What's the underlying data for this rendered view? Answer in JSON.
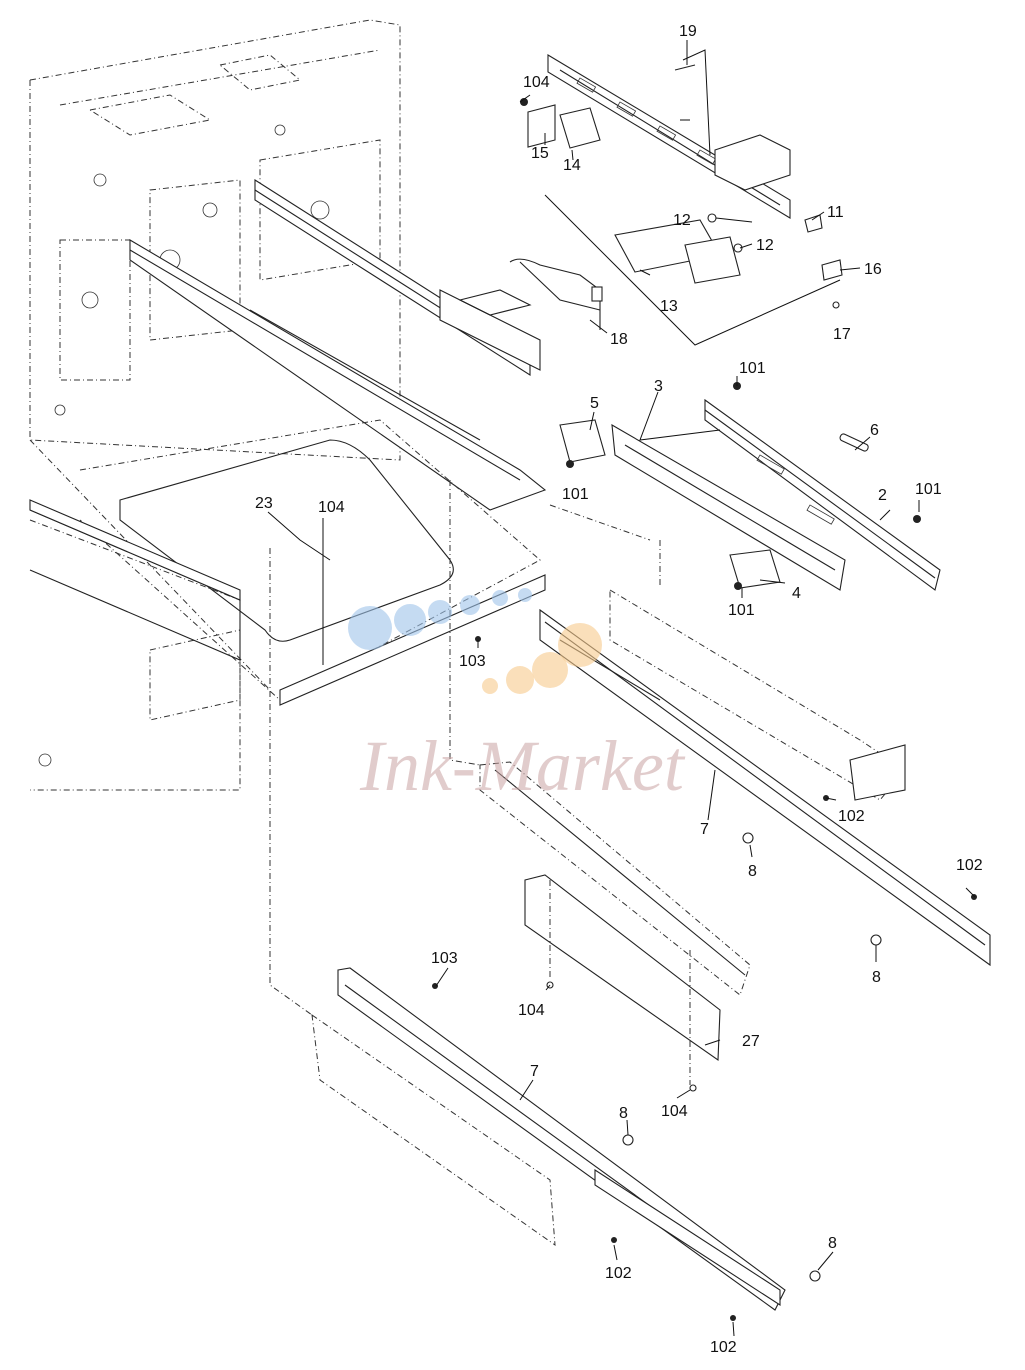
{
  "diagram": {
    "type": "exploded-parts-view",
    "callouts": [
      {
        "id": "c19a",
        "label": "19"
      },
      {
        "id": "c104a",
        "label": "104"
      },
      {
        "id": "c15",
        "label": "15"
      },
      {
        "id": "c14",
        "label": "14"
      },
      {
        "id": "c11",
        "label": "11"
      },
      {
        "id": "c12a",
        "label": "12"
      },
      {
        "id": "c12b",
        "label": "12"
      },
      {
        "id": "c16",
        "label": "16"
      },
      {
        "id": "c13",
        "label": "13"
      },
      {
        "id": "c17",
        "label": "17"
      },
      {
        "id": "c18",
        "label": "18"
      },
      {
        "id": "c101a",
        "label": "101"
      },
      {
        "id": "c3",
        "label": "3"
      },
      {
        "id": "c5",
        "label": "5"
      },
      {
        "id": "c6",
        "label": "6"
      },
      {
        "id": "c101b",
        "label": "101"
      },
      {
        "id": "c101c",
        "label": "101"
      },
      {
        "id": "c2",
        "label": "2"
      },
      {
        "id": "c23",
        "label": "23"
      },
      {
        "id": "c104b",
        "label": "104"
      },
      {
        "id": "c4",
        "label": "4"
      },
      {
        "id": "c101d",
        "label": "101"
      },
      {
        "id": "c103a",
        "label": "103"
      },
      {
        "id": "c7a",
        "label": "7"
      },
      {
        "id": "c102a",
        "label": "102"
      },
      {
        "id": "c8a",
        "label": "8"
      },
      {
        "id": "c102b",
        "label": "102"
      },
      {
        "id": "c8b",
        "label": "8"
      },
      {
        "id": "c103b",
        "label": "103"
      },
      {
        "id": "c104c",
        "label": "104"
      },
      {
        "id": "c27",
        "label": "27"
      },
      {
        "id": "c7b",
        "label": "7"
      },
      {
        "id": "c104d",
        "label": "104"
      },
      {
        "id": "c8c",
        "label": "8"
      },
      {
        "id": "c102c",
        "label": "102"
      },
      {
        "id": "c8d",
        "label": "8"
      },
      {
        "id": "c102d",
        "label": "102"
      }
    ],
    "watermark": "Ink-Market"
  }
}
